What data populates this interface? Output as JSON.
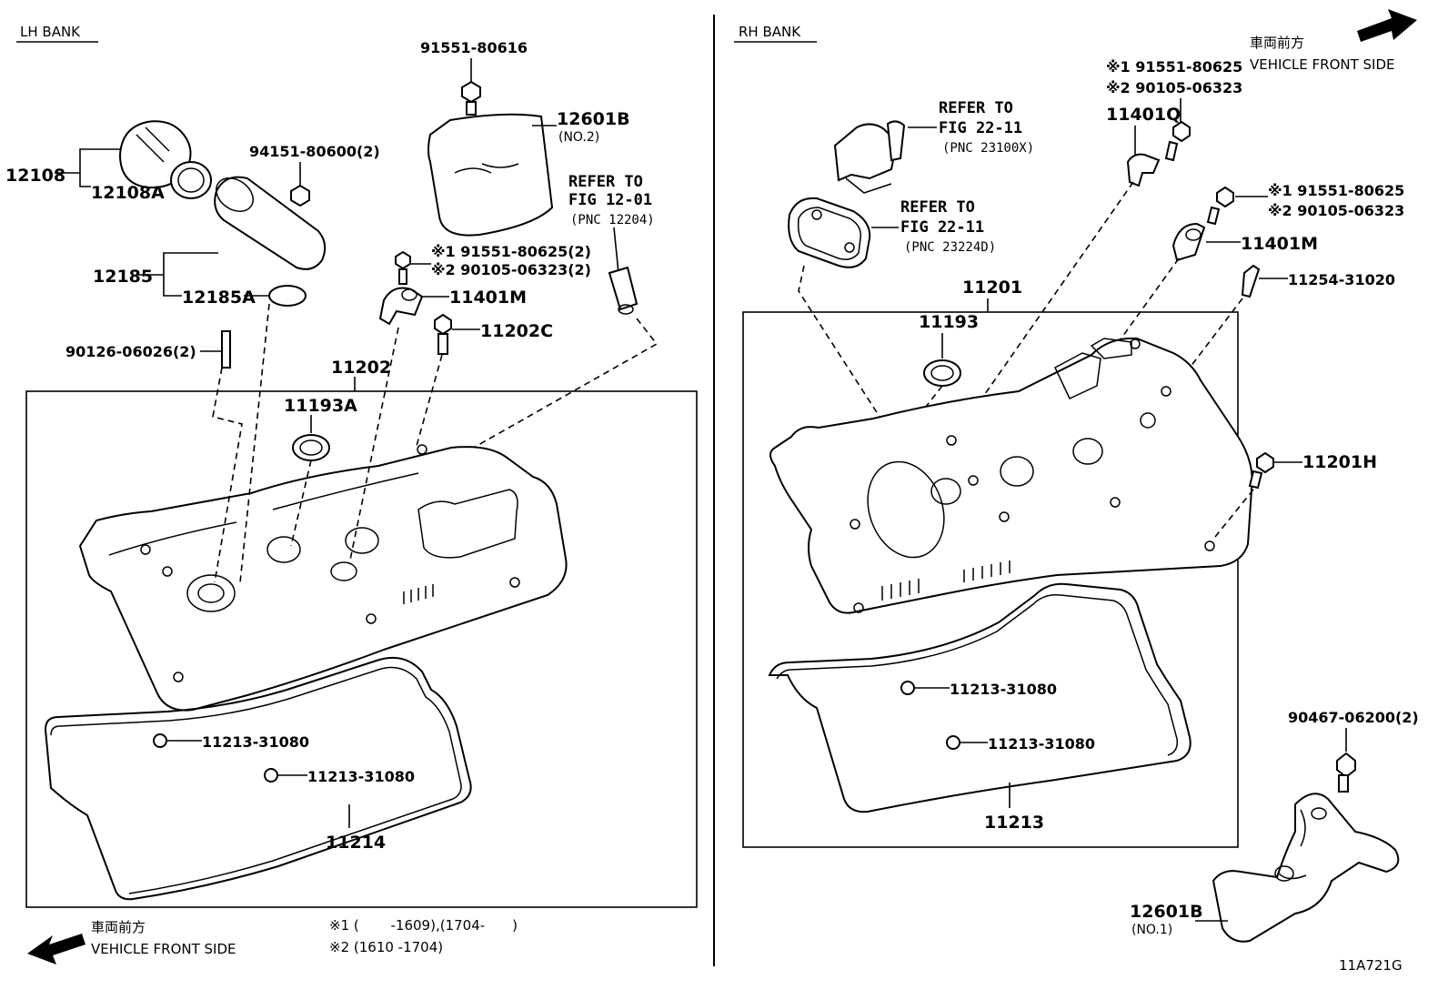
{
  "banks": {
    "lh": "LH BANK",
    "rh": "RH BANK"
  },
  "vehicle_front": {
    "jp": "車両前方",
    "en": "VEHICLE FRONT SIDE"
  },
  "lh_labels": {
    "p91551_80616": "91551-80616",
    "p12601b_no2": "12601B",
    "p12601b_no2_sub": "(NO.2)",
    "p12108": "12108",
    "p12108a": "12108A",
    "p94151": "94151-80600(2)",
    "p12185": "12185",
    "p12185a": "12185A",
    "ref_title_1": "REFER TO",
    "ref_fig_1": "FIG 12-01",
    "ref_pnc_1": "(PNC 12204)",
    "p91551_80625_2": "※1 91551-80625(2)",
    "p90105_06323_2": "※2 90105-06323(2)",
    "p11401m": "11401M",
    "p11202c": "11202C",
    "p90126": "90126-06026(2)",
    "p11202": "11202",
    "p11193a": "11193A",
    "p11213_a": "11213-31080",
    "p11213_b": "11213-31080",
    "p11214": "11214"
  },
  "rh_labels": {
    "ref_title_2": "REFER TO",
    "ref_fig_2": "FIG 22-11",
    "ref_pnc_2": "(PNC 23100X)",
    "ref_title_3": "REFER TO",
    "ref_fig_3": "FIG 22-11",
    "ref_pnc_3": "(PNC 23224D)",
    "p91551_80625_top": "※1 91551-80625",
    "p90105_06323_top": "※2 90105-06323",
    "p11401q": "11401Q",
    "p91551_80625_mid": "※1 91551-80625",
    "p90105_06323_mid": "※2 90105-06323",
    "p11401m": "11401M",
    "p11254": "11254-31020",
    "p11201": "11201",
    "p11193": "11193",
    "p11201h": "11201H",
    "p11213_a": "11213-31080",
    "p11213_b": "11213-31080",
    "p11213": "11213",
    "p90467": "90467-06200(2)",
    "p12601b_no1": "12601B",
    "p12601b_no1_sub": "(NO.1)"
  },
  "footnotes": {
    "note1": "※1 (　　 -1609),(1704-　　)",
    "note2": "※2 (1610 -1704)"
  },
  "figure_code": "11A721G"
}
